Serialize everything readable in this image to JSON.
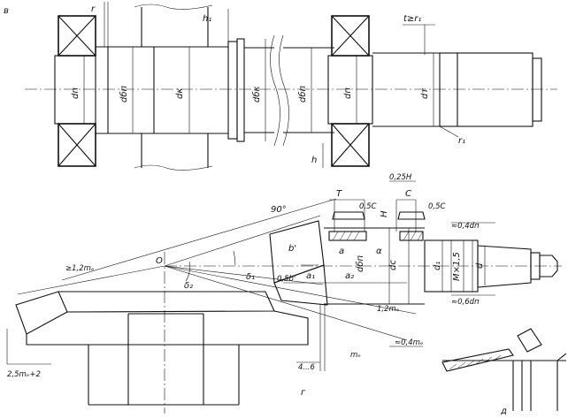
{
  "panels": {
    "top_letter": "в",
    "bottom_letter": "г",
    "detail_letter": "д"
  },
  "labels": {
    "r": "r",
    "h1": "h₁",
    "t_ge_r1": "t≥r₁",
    "dp_left": "dп",
    "dbp_left": "dбп",
    "dk": "dк",
    "dbk": "dбк",
    "dbp_right": "dбп",
    "dp_right": "dп",
    "dr": "dт",
    "r1": "r₁",
    "h": "h",
    "T": "T",
    "H025": "0,25H",
    "C": "C",
    "c05_left": "0,5C",
    "c05_right": "0,5C",
    "H": "H",
    "deg90": "90°",
    "b_prime": "b'",
    "a": "a",
    "alpha": "α",
    "dn_small": "≈0,4dп",
    "O": "O",
    "ge12me": "≥1,2mₑ",
    "delta1": "δ₁",
    "delta2": "δ₂",
    "b05": "0,5b'",
    "a1": "a₁",
    "a2": "a₂",
    "dbp_mid": "dбп",
    "dc": "dc",
    "d1": "d₁",
    "thread": "M×1,5",
    "d": "d",
    "dp06": "≈0,6dп",
    "me12": "1,2mₑ",
    "me_low": "mₑ",
    "me04": "≈0,4mₑ",
    "me25": "2,5mₑ+2",
    "dim46": "4...6"
  }
}
